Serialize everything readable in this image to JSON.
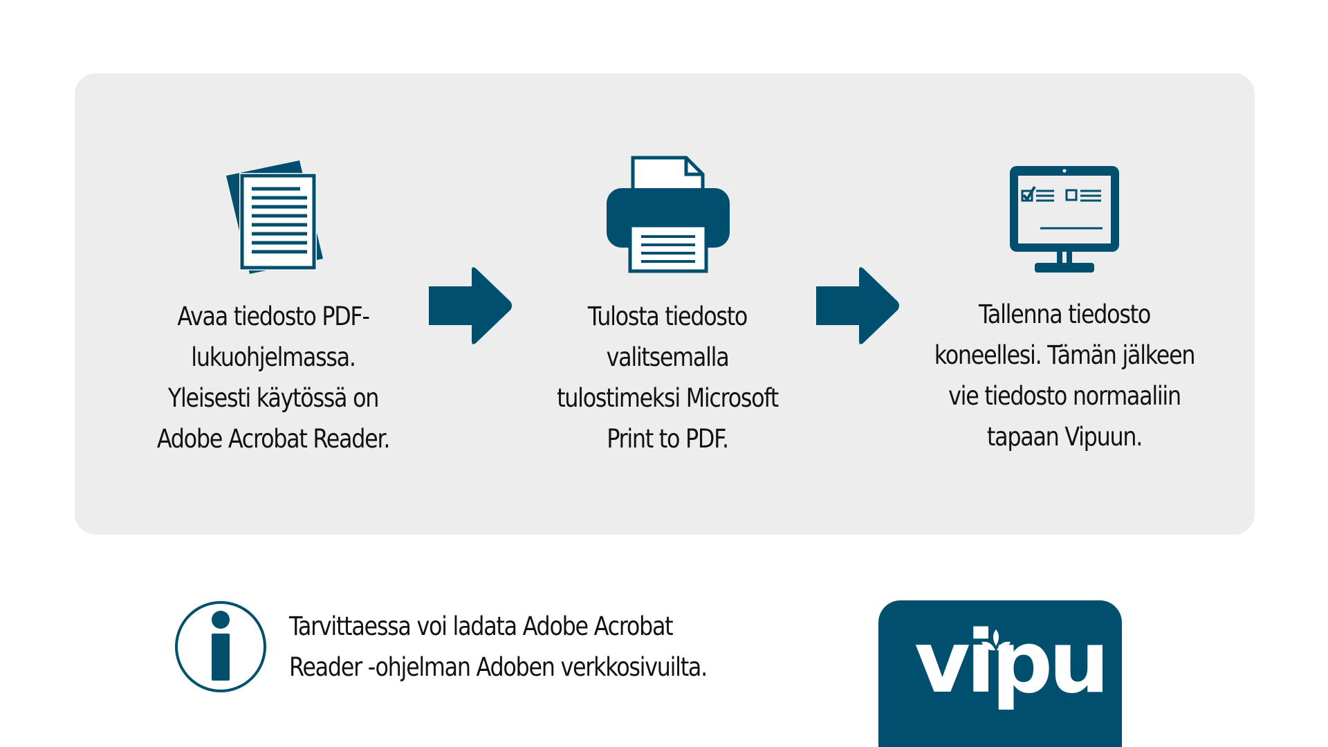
{
  "steps": [
    {
      "icon": "documents-icon",
      "lines": [
        "Avaa tiedosto PDF-",
        "lukuohjelmassa.",
        "Yleisesti käytössä on",
        "Adobe Acrobat Reader."
      ]
    },
    {
      "icon": "printer-icon",
      "lines": [
        "Tulosta tiedosto",
        "valitsemalla",
        "tulostimeksi Microsoft",
        "Print to PDF."
      ]
    },
    {
      "icon": "monitor-icon",
      "lines": [
        "Tallenna tiedosto",
        "koneellesi. Tämän jälkeen",
        "vie tiedosto normaaliin",
        "tapaan Vipuun."
      ]
    }
  ],
  "info": {
    "icon": "info-icon",
    "lines": [
      "Tarvittaessa voi ladata Adobe Acrobat",
      "Reader -ohjelman Adoben verkkosivuilta."
    ]
  },
  "logo": {
    "text": "vipu",
    "icon": "leaf-icon"
  },
  "colors": {
    "accent": "#014f6e",
    "panel": "#ededed",
    "text": "#111111",
    "background": "#ffffff"
  }
}
